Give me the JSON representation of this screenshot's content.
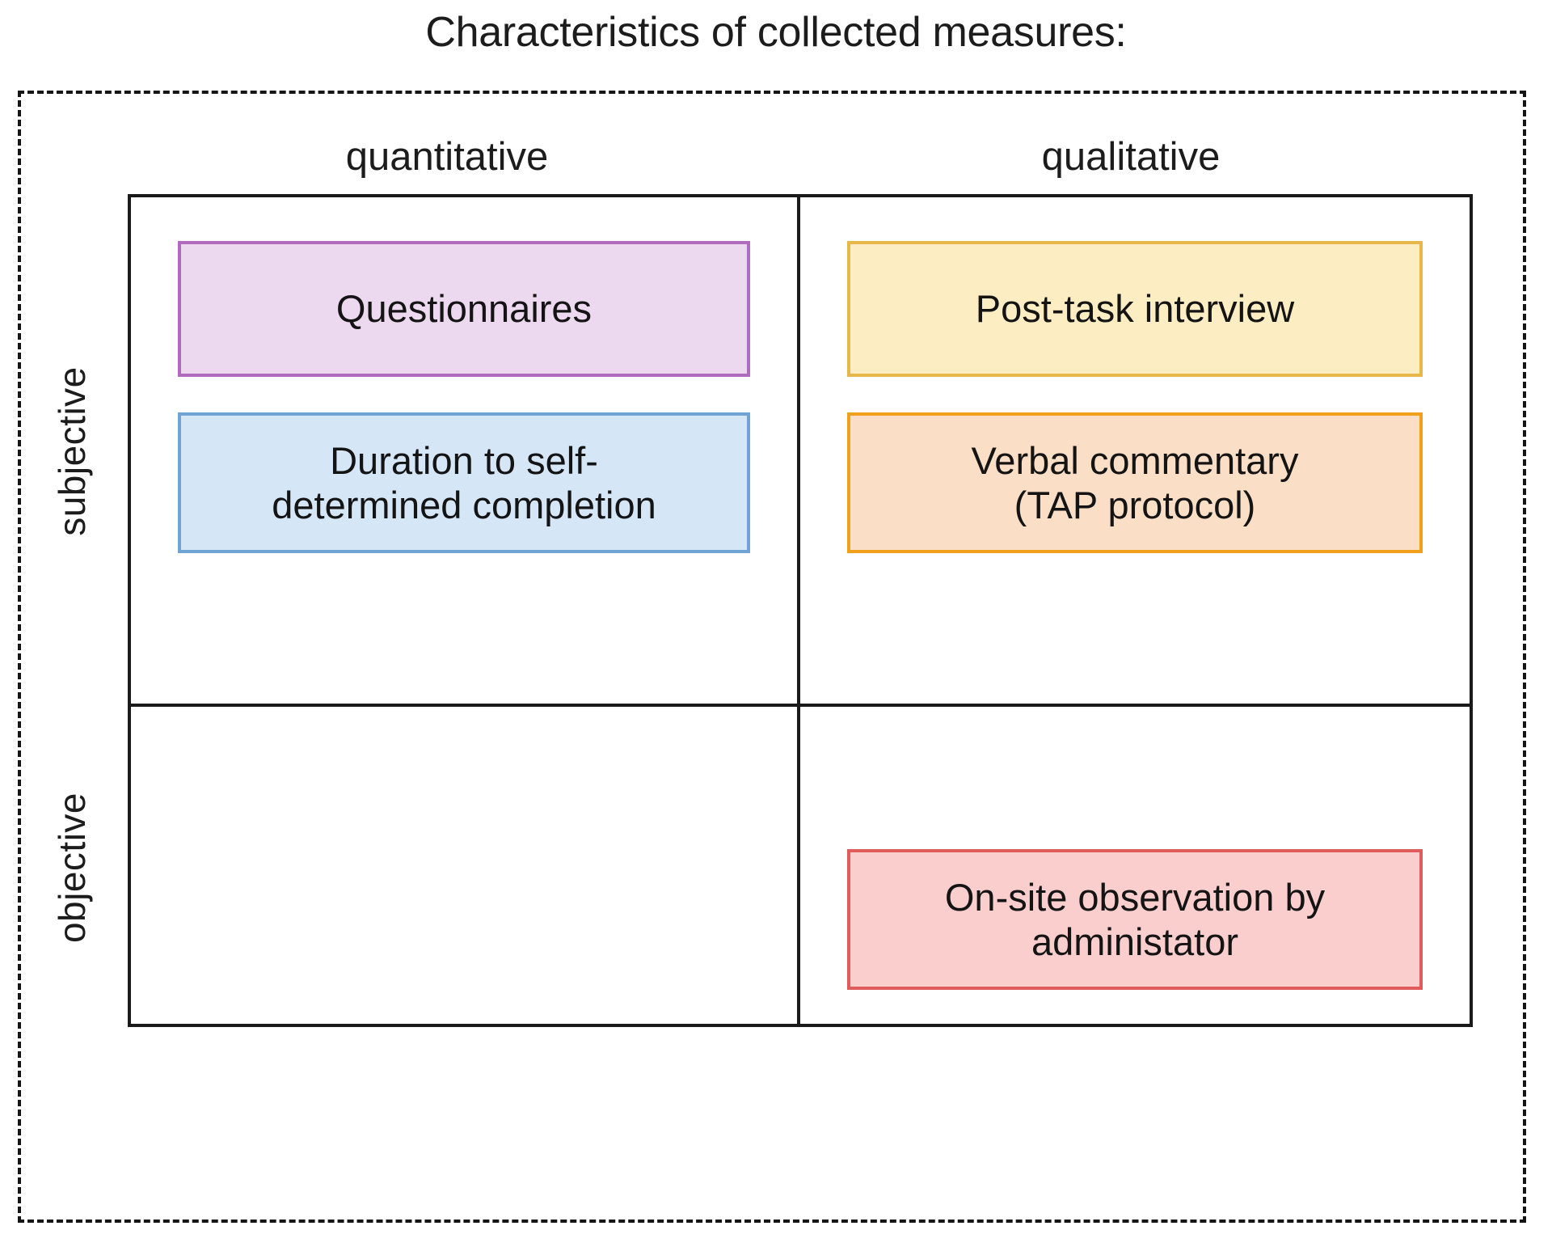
{
  "title": "Characteristics of collected measures:",
  "columns": [
    {
      "id": "quantitative",
      "label": "quantitative"
    },
    {
      "id": "qualitative",
      "label": "qualitative"
    }
  ],
  "rows": [
    {
      "id": "subjective",
      "label": "subjective"
    },
    {
      "id": "objective",
      "label": "objective"
    }
  ],
  "cells": {
    "subjective_quantitative": {
      "items": [
        {
          "id": "questionnaires",
          "line1": "Questionnaires",
          "line2": "",
          "fill": "#EDD9EF",
          "border": "#B06BBE"
        },
        {
          "id": "duration-self-determined-completion",
          "line1": "Duration to self-",
          "line2": "determined completion",
          "fill": "#D5E6F7",
          "border": "#6FA3D4"
        }
      ]
    },
    "subjective_qualitative": {
      "items": [
        {
          "id": "post-task-interview",
          "line1": "Post-task interview",
          "line2": "",
          "fill": "#FCEDC3",
          "border": "#E8B749"
        },
        {
          "id": "verbal-commentary-tap-protocol",
          "line1": "Verbal commentary",
          "line2": "(TAP protocol)",
          "fill": "#FBDEC6",
          "border": "#F1A01C"
        }
      ]
    },
    "objective_quantitative": {
      "items": []
    },
    "objective_qualitative": {
      "items": [
        {
          "id": "on-site-observation-by-administator",
          "line1": "On-site observation by",
          "line2": "administator",
          "fill": "#FBCECE",
          "border": "#E05B5B"
        }
      ]
    }
  },
  "frame": {
    "border_style": "dashed",
    "border_color": "#151515"
  }
}
